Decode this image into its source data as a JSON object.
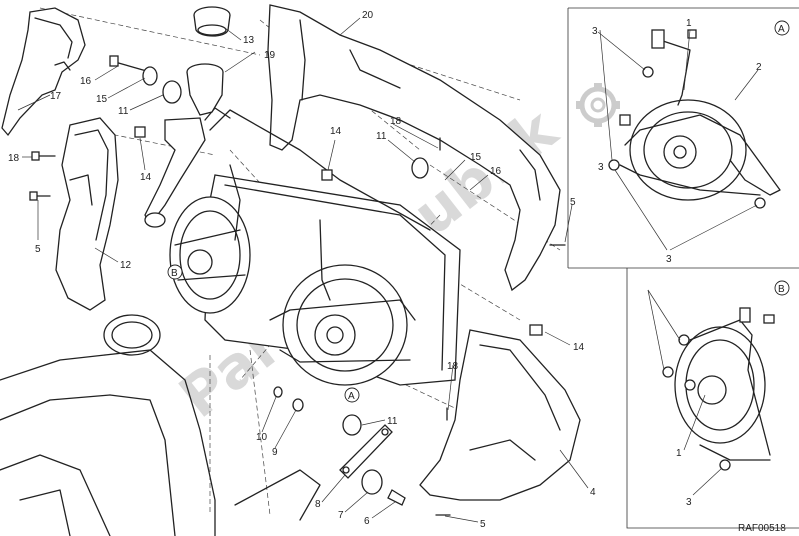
{
  "diagram": {
    "reference_code": "RAF00518",
    "watermark_text": "PartsRepublik",
    "part_numbers": [
      "20",
      "13",
      "19",
      "17",
      "16",
      "15",
      "11",
      "14",
      "18",
      "5",
      "12",
      "2",
      "3",
      "4",
      "6",
      "7",
      "8",
      "9",
      "10",
      "1"
    ],
    "detail_markers": {
      "A": "A",
      "B": "B"
    },
    "labels": [
      {
        "id": "l20",
        "text": "20"
      },
      {
        "id": "l13",
        "text": "13"
      },
      {
        "id": "l19",
        "text": "19"
      },
      {
        "id": "l17",
        "text": "17"
      },
      {
        "id": "l16a",
        "text": "16"
      },
      {
        "id": "l15a",
        "text": "15"
      },
      {
        "id": "l11a",
        "text": "11"
      },
      {
        "id": "l14a",
        "text": "14"
      },
      {
        "id": "l18a",
        "text": "18"
      },
      {
        "id": "l5a",
        "text": "5"
      },
      {
        "id": "l12",
        "text": "12"
      },
      {
        "id": "l14b",
        "text": "14"
      },
      {
        "id": "l18b",
        "text": "18"
      },
      {
        "id": "l11b",
        "text": "11"
      },
      {
        "id": "l15b",
        "text": "15"
      },
      {
        "id": "l16b",
        "text": "16"
      },
      {
        "id": "l5b",
        "text": "5"
      },
      {
        "id": "l14c",
        "text": "14"
      },
      {
        "id": "l18c",
        "text": "18"
      },
      {
        "id": "l4",
        "text": "4"
      },
      {
        "id": "l5c",
        "text": "5"
      },
      {
        "id": "l6",
        "text": "6"
      },
      {
        "id": "l7",
        "text": "7"
      },
      {
        "id": "l8",
        "text": "8"
      },
      {
        "id": "l9",
        "text": "9"
      },
      {
        "id": "l10",
        "text": "10"
      },
      {
        "id": "l11c",
        "text": "11"
      },
      {
        "id": "l3a",
        "text": "3"
      },
      {
        "id": "l2",
        "text": "2"
      },
      {
        "id": "l1a",
        "text": "1"
      },
      {
        "id": "l3b",
        "text": "3"
      },
      {
        "id": "l3c",
        "text": "3"
      },
      {
        "id": "l1b",
        "text": "1"
      },
      {
        "id": "l3d",
        "text": "3"
      }
    ]
  }
}
